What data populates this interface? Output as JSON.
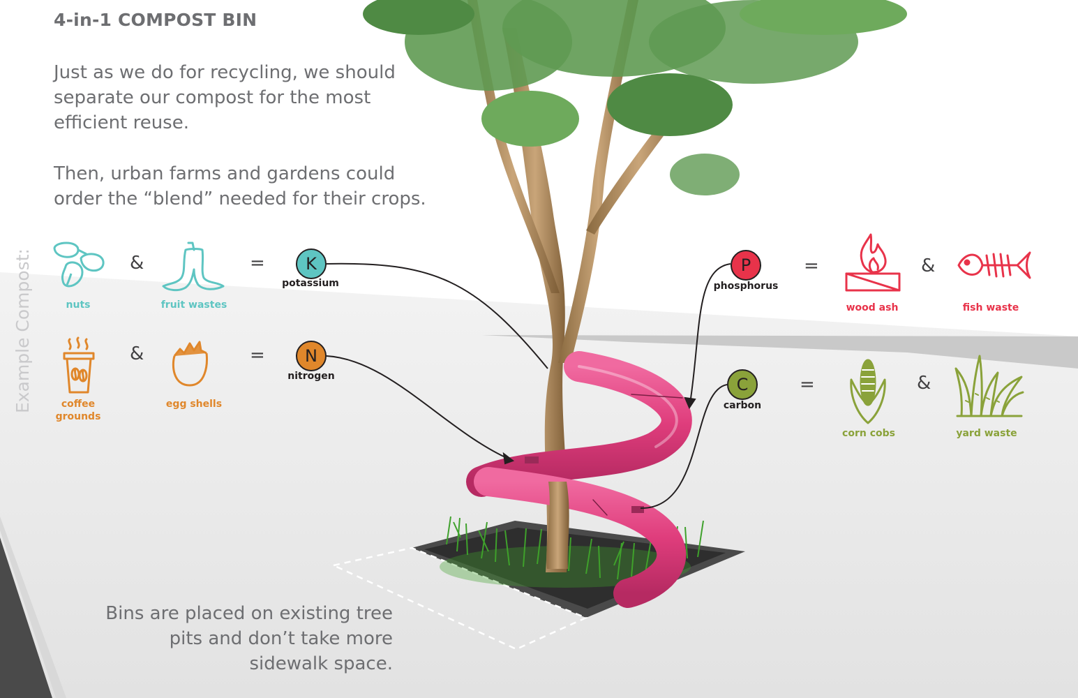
{
  "title": "4-in-1 COMPOST BIN",
  "intro": {
    "p1": [
      "Just as we do for recycling, we should",
      "separate our compost for the most",
      "efficient reuse."
    ],
    "p2": [
      "Then, urban farms and gardens could",
      "order the “blend” needed for their crops."
    ]
  },
  "side_label": "Example Compost:",
  "operators": {
    "and": "&",
    "equals": "="
  },
  "left_rows": [
    {
      "items": [
        {
          "label": "nuts",
          "icon": "nuts-icon",
          "color": "#5ec5c2"
        },
        {
          "label": "fruit wastes",
          "icon": "banana-peel-icon",
          "color": "#5ec5c2"
        }
      ],
      "nutrient": {
        "symbol": "K",
        "name": "potassium",
        "color": "#5ec5c2"
      }
    },
    {
      "items": [
        {
          "label": "coffee\ngrounds",
          "icon": "coffee-cup-icon",
          "color": "#e0872b"
        },
        {
          "label": "egg shells",
          "icon": "egg-shell-icon",
          "color": "#e0872b"
        }
      ],
      "nutrient": {
        "symbol": "N",
        "name": "nitrogen",
        "color": "#e0872b"
      }
    }
  ],
  "right_rows": [
    {
      "nutrient": {
        "symbol": "P",
        "name": "phosphorus",
        "color": "#e8334a"
      },
      "items": [
        {
          "label": "wood ash",
          "icon": "campfire-icon",
          "color": "#e8334a"
        },
        {
          "label": "fish waste",
          "icon": "fish-bone-icon",
          "color": "#e8334a"
        }
      ]
    },
    {
      "nutrient": {
        "symbol": "C",
        "name": "carbon",
        "color": "#8aa23a"
      },
      "items": [
        {
          "label": "corn cobs",
          "icon": "corn-icon",
          "color": "#8aa23a"
        },
        {
          "label": "yard waste",
          "icon": "grass-icon",
          "color": "#8aa23a"
        }
      ]
    }
  ],
  "bins_note": [
    "Bins are placed on existing tree",
    "pits and don’t take more",
    "sidewalk space."
  ],
  "colors": {
    "text_gray": "#6d6e71",
    "bin_pink": "#e0407f",
    "trunk": "#b08a5a",
    "foliage": "#5f9a52",
    "ground": "#ebebeb"
  }
}
